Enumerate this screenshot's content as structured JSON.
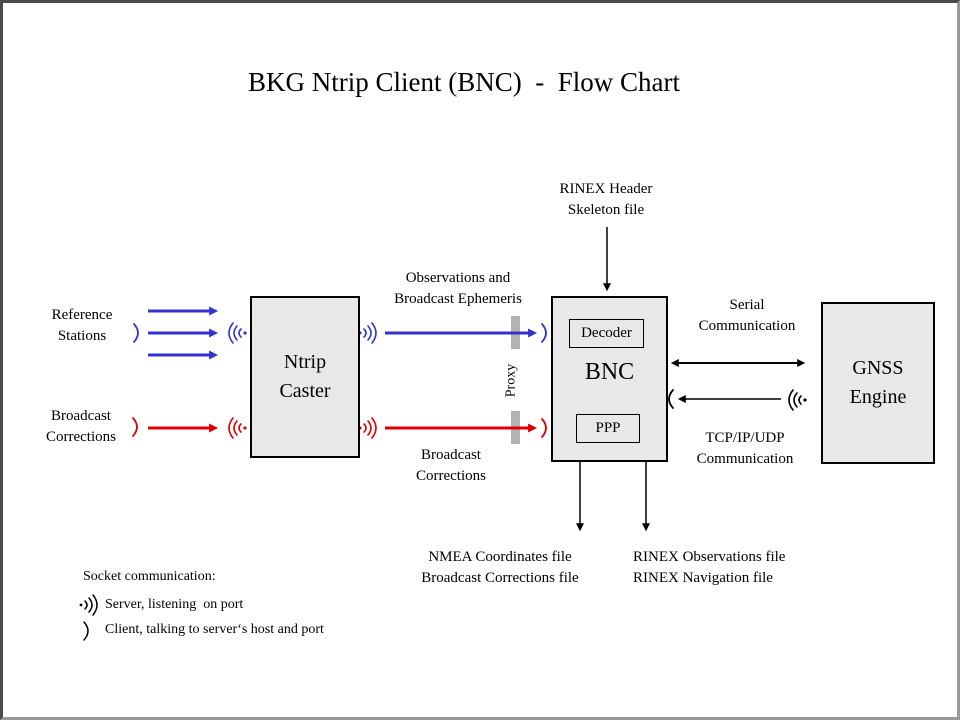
{
  "slide": {
    "title": "BKG Ntrip Client (BNC)  -  Flow Chart"
  },
  "boxes": {
    "ntrip_caster": {
      "line1": "Ntrip",
      "line2": "Caster"
    },
    "bnc": {
      "label": "BNC",
      "decoder_label": "Decoder",
      "ppp_label": "PPP"
    },
    "gnss_engine": {
      "line1": "GNSS",
      "line2": "Engine"
    }
  },
  "labels": {
    "reference_stations": {
      "line1": "Reference",
      "line2": "Stations"
    },
    "broadcast_corrections_input": {
      "line1": "Broadcast",
      "line2": "Corrections"
    },
    "observations_ephemeris": {
      "line1": "Observations and",
      "line2": "Broadcast Ephemeris"
    },
    "broadcast_corrections_stream": {
      "line1": "Broadcast",
      "line2": "Corrections"
    },
    "rinex_header_skeleton": {
      "line1": "RINEX Header",
      "line2": "Skeleton file"
    },
    "serial_communication": {
      "line1": "Serial",
      "line2": "Communication"
    },
    "tcpip_communication": {
      "line1": "TCP/IP/UDP",
      "line2": "Communication"
    },
    "proxy": "Proxy",
    "nmea_output": {
      "line1": "NMEA Coordinates file",
      "line2": "Broadcast Corrections file"
    },
    "rinex_output": {
      "line1": "RINEX Observations file",
      "line2": "RINEX Navigation file"
    }
  },
  "legend": {
    "heading": "Socket communication:",
    "server_item": "Server, listening  on port",
    "client_item": "Client, talking to server‘s host and port",
    "server_icon": "sound-waves-with-dot",
    "client_icon": "single-arc"
  },
  "colors": {
    "stream_blue": "#3333cc",
    "stream_red": "#dd0000",
    "box_fill": "#e8e8e8",
    "proxy_bar": "#b3b3b3",
    "line_black": "#000000"
  }
}
